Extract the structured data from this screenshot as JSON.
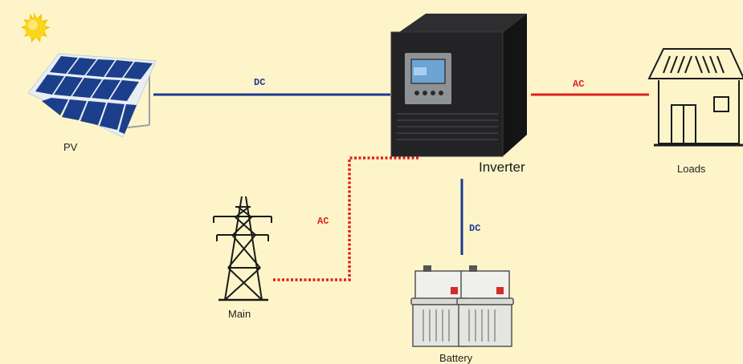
{
  "nodes": {
    "pv": "PV",
    "inverter": "Inverter",
    "loads": "Loads",
    "main": "Main",
    "battery": "Battery"
  },
  "connections": {
    "pv_inverter": "DC",
    "inverter_loads": "AC",
    "main_inverter": "AC",
    "inverter_battery": "DC"
  },
  "colors": {
    "background": "#fdf5c9",
    "dc_line": "#1f3a93",
    "ac_line": "#e02020"
  }
}
